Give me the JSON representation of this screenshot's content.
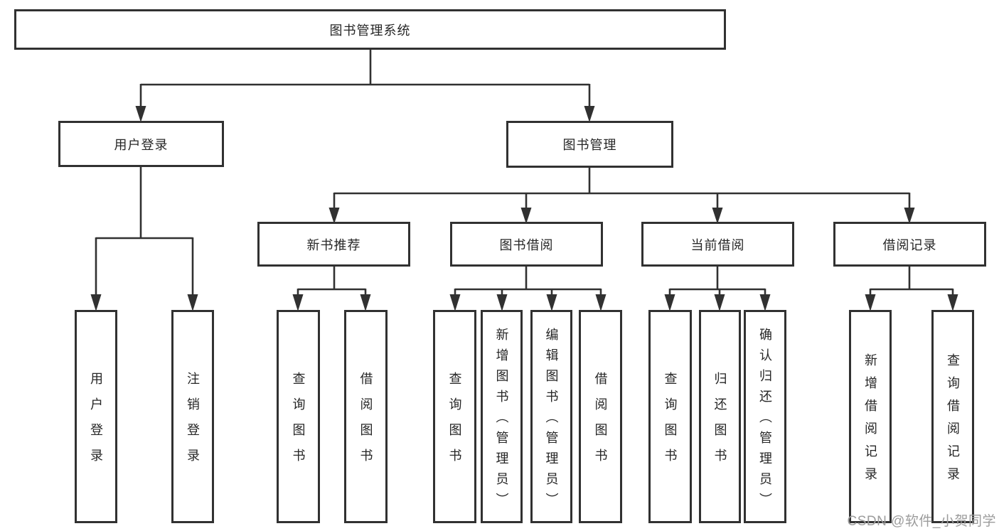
{
  "diagram": {
    "root": {
      "label": "图书管理系统"
    },
    "level2": {
      "user_login": {
        "label": "用户登录"
      },
      "book_mgmt": {
        "label": "图书管理"
      }
    },
    "level3": {
      "new_book_rec": {
        "label": "新书推荐"
      },
      "book_borrow": {
        "label": "图书借阅"
      },
      "current_borrow": {
        "label": "当前借阅"
      },
      "borrow_record": {
        "label": "借阅记录"
      }
    },
    "leaves": {
      "login": {
        "label": "用户登录"
      },
      "logout": {
        "label": "注销登录"
      },
      "rec_query_book": {
        "label": "查询图书"
      },
      "rec_borrow_book": {
        "label": "借阅图书"
      },
      "bb_query_book": {
        "label": "查询图书"
      },
      "bb_add_book": {
        "label": "新增图书（管理员）"
      },
      "bb_edit_book": {
        "label": "编辑图书（管理员）"
      },
      "bb_borrow_book": {
        "label": "借阅图书"
      },
      "cb_query_book": {
        "label": "查询图书"
      },
      "cb_return_book": {
        "label": "归还图书"
      },
      "cb_confirm_return": {
        "label": "确认归还（管理员）"
      },
      "br_add_record": {
        "label": "新增借阅记录"
      },
      "br_query_record": {
        "label": "查询借阅记录"
      }
    }
  },
  "watermark": {
    "text": "CSDN @软件_小贺同学"
  },
  "colors": {
    "line": "#313131",
    "box_border": "#313131",
    "text": "#262626",
    "watermark_text": "#9c9c9c",
    "background": "#ffffff"
  }
}
